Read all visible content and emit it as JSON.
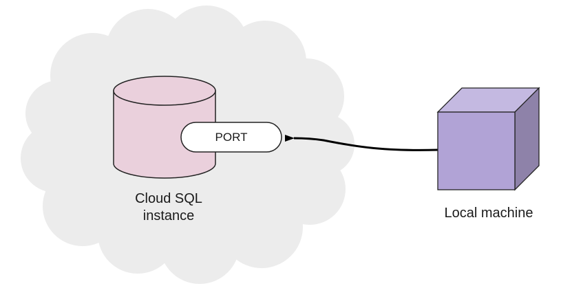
{
  "diagram": {
    "cloud": {
      "label_line1": "Cloud SQL",
      "label_line2": "instance",
      "fill_color": "#ececec"
    },
    "database": {
      "fill_color": "#ead0dc",
      "stroke_color": "#222222"
    },
    "port": {
      "label": "PORT"
    },
    "machine": {
      "label": "Local machine",
      "front_color": "#b1a3d6",
      "top_color": "#c4b9e1",
      "side_color": "#8e82a9"
    },
    "connection": {
      "direction": "from local machine to port"
    }
  }
}
